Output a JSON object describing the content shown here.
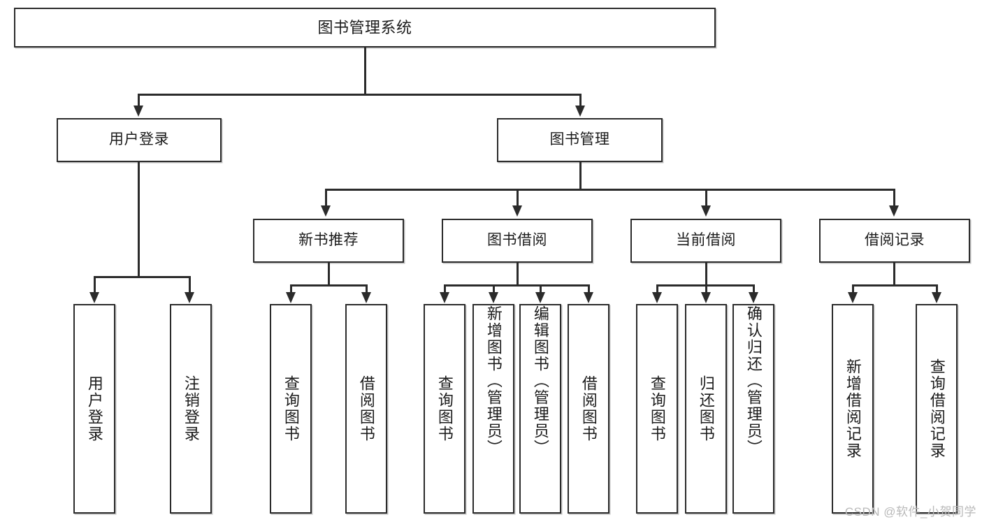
{
  "diagram": {
    "title": "图书管理系统",
    "type": "tree",
    "root": {
      "label": "图书管理系统"
    },
    "level2": [
      {
        "id": "user-login",
        "label": "用户登录"
      },
      {
        "id": "book-management",
        "label": "图书管理"
      }
    ],
    "level3": [
      {
        "id": "new-book-recommend",
        "label": "新书推荐",
        "parent": "book-management"
      },
      {
        "id": "book-borrow",
        "label": "图书借阅",
        "parent": "book-management"
      },
      {
        "id": "current-borrow",
        "label": "当前借阅",
        "parent": "book-management"
      },
      {
        "id": "borrow-record",
        "label": "借阅记录",
        "parent": "book-management"
      }
    ],
    "leaves": {
      "user-login": [
        {
          "id": "leaf-user-login",
          "label": "用户登录"
        },
        {
          "id": "leaf-logout",
          "label": "注销登录"
        }
      ],
      "new-book-recommend": [
        {
          "id": "leaf-query-book-1",
          "label": "查询图书"
        },
        {
          "id": "leaf-borrow-book-1",
          "label": "借阅图书"
        }
      ],
      "book-borrow": [
        {
          "id": "leaf-query-book-2",
          "label": "查询图书"
        },
        {
          "id": "leaf-add-book",
          "label": "新增图书（管理员）"
        },
        {
          "id": "leaf-edit-book",
          "label": "编辑图书（管理员）"
        },
        {
          "id": "leaf-borrow-book-2",
          "label": "借阅图书"
        }
      ],
      "current-borrow": [
        {
          "id": "leaf-query-book-3",
          "label": "查询图书"
        },
        {
          "id": "leaf-return-book",
          "label": "归还图书"
        },
        {
          "id": "leaf-confirm-return",
          "label": "确认归还（管理员）"
        }
      ],
      "borrow-record": [
        {
          "id": "leaf-add-record",
          "label": "新增借阅记录"
        },
        {
          "id": "leaf-query-record",
          "label": "查询借阅记录"
        }
      ]
    }
  },
  "watermark": {
    "text": "CSDN @软件_小贺同学"
  },
  "colors": {
    "stroke": "#2b2b2b",
    "background": "#ffffff",
    "text": "#1b1b1b",
    "watermark": "#b9b9b9"
  }
}
